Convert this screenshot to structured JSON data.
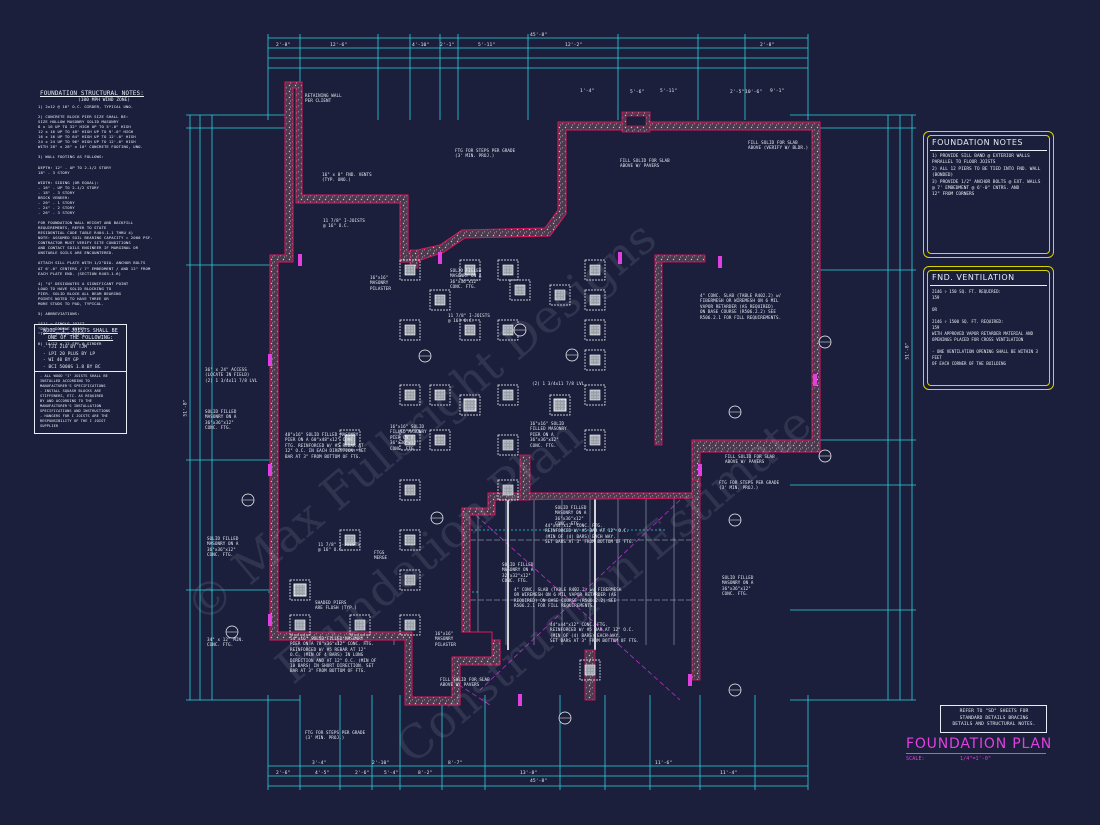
{
  "sheet": {
    "title": "FOUNDATION PLAN",
    "scale_label": "SCALE:",
    "scale_value": "1/4\"=1'-0\"",
    "refer_note": "REFER TO \"SD\" SHEETS FOR\nSTANDARD DETAILS BRACING\nDETAILS AND STRUCTURAL NOTES."
  },
  "structural_notes": {
    "title": "FOUNDATION STRUCTURAL NOTES:",
    "subtitle": "(100 MPH WIND ZONE)",
    "body": "1) 2x12 @ 16\" O.C. GIRDER, TYPICAL UNO.\n\n2) CONCRETE BLOCK PIER SIZE SHALL BE:\n   SIZE   HOLLOW MASONRY   SOLID MASONRY\n   8 x 16   UP TO 32\" HIGH   UP TO 5'-0\" HIGH\n   12 x 16  UP TO 48\" HIGH   UP TO 9'-0\" HIGH\n   16 x 16  UP TO 64\" HIGH   UP TO 12'-0\" HIGH\n   24 x 24  UP TO 96\" HIGH   UP TO 12'-0\" HIGH\n   WITH 28\" x 28\" x 10\" CONCRETE FOOTING, UNO.\n\n3) WALL FOOTING AS FOLLOWS:\n\n   DEPTH:  12\" - UP TO 2-1/2 STORY\n           18\" - 3 STORY\n\n   WIDTH:  SIDING (OR EQUAL):\n           - 16\" - UP TO 2-1/2 STORY\n           - 18\" - 3 STORY\n           BRICK VENEER:\n           - 20\" - 1 STORY\n           - 24\" - 2 STORY\n           - 26\" - 3 STORY\n\n   FOR FOUNDATION WALL HEIGHT AND BACKFILL\n   REQUIREMENTS, REFER TO STATE\n   RESIDENTIAL CODE TABLE R404.1.1 THRU 4)\n   NOTE: ASSUMED SOIL BEARING CAPACITY = 2000 PSF.\n   CONTRACTOR MUST VERIFY SITE CONDITIONS\n   AND CONTACT SOILS ENGINEER IF MARGINAL OR\n   UNSTABLE SOILS ARE ENCOUNTERED.\n\n   ATTACH SILL PLATE WITH 1/2\"DIA. ANCHOR BOLTS\n   AT 6'-0\" CENTERS / 7\" EMBEDMENT / AND 12\" FROM\n   EACH PLATE END. (SECTION R403.1.6)\n\n4) \"4\" DESIGNATES A SIGNIFICANT POINT\n   LOAD TO HAVE SOLID BLOCKING TO\n   PIER. SOLID BLOCK ALL BEAM BEARING\n   POINTS NOTED TO HAVE THREE OR\n   MORE STUDS TO PAD, TYPICAL.\n\n5) ABBREVIATIONS:\n\n   \"SJ\" = SINGLE JOIST\n   \"DJ\" = DOUBLE JOIST\n   \"TJ\" = TRIPLE JOIST\n\n6) 14/12 x 12 SPF @ GIRDER"
  },
  "joist_box": {
    "title": "WOOD \"I\" JOISTS SHALL BE\nONE OF THE FOLLOWING:",
    "options": "- TJI 210 BY TJM\n- LPI 20 PLUS BY LP\n- WI 40 BY GP\n- BCI 5000S 1.8 BY BC",
    "notes": "- ALL WOOD \"I\" JOISTS SHALL BE\n  INSTALLED ACCORDING TO\n  MANUFACTURER'S SPECIFICATIONS\n- INSTALL SQUASH BLOCKS ARE\n  STIFFENERS, ETC. AS REQUIRED\n  BY AND ACCORDING TO THE\n  MANUFACTURER'S INSTALLATION\n  SPECIFICATIONS AND INSTRUCTIONS\n- HANGERS FOR I JOISTS ARE THE\n  RESPONSIBILITY OF THE I JOIST SUPPLIER"
  },
  "foundation_notes": {
    "title": "FOUNDATION NOTES",
    "body": "1) PROVIDE SILL BAND @ EXTERIOR WALLS\n   PARALLEL TO FLOOR JOISTS\n2) ALL 12 PIERS TO BE TIED INTO FND. WALL\n   (BONDED)\n3) PROVIDE 1/2\" ANCHOR BOLTS @ EXT. WALLS\n   @ 7' EMBEDMENT @ 6'-0\" CNTRS. AND\n   12\" FROM CORNERS"
  },
  "fnd_ventilation": {
    "title": "FND. VENTILATION",
    "body": "2146 ÷ 150 SQ. FT. REQUIRED:\n   159\n\n            OR\n\n2146 ÷ 1500 SQ. FT. REQUIRED:\n   159\nWITH APPROVED VAPOR RETARDER MATERIAL AND\nOPENINGS PLACED FOR CROSS VENTILATION\n\n- ONE VENTILATION OPENING SHALL BE WITHIN 3 FEET\n  OF EACH CORNER OF THE BUILDING"
  },
  "dimensions": {
    "top_overall": "45'-8\"",
    "bottom_overall": "45'-8\"",
    "top_row": [
      "2'-8\"",
      "12'-6\"",
      "4'-10\"",
      "2'-1\"",
      "5'-11\"",
      "12'-2\"",
      "2'-8\""
    ],
    "top_row2": [
      "1'-4\"",
      "5'-6\"",
      "5'-11\"",
      "2'-5\"",
      "9'-1\"",
      "10'-6\""
    ],
    "bottom_row": [
      "2'-6\"",
      "4'-5\"",
      "2'-6\"",
      "5'-4\"",
      "8'-2\"",
      "13'-8\"",
      "11'-4\""
    ],
    "bottom_row2": [
      "3'-4\"",
      "2'-10\"",
      "8'-7\"",
      "11'-6\""
    ],
    "left_overall": "51'-8\"",
    "right_overall": "51'-8\""
  },
  "plan_labels": [
    {
      "text": "RETAINING WALL\nPER CLIENT"
    },
    {
      "text": "FTG FOR STEPS PER GRADE\n(3' MIN. PROJ.)"
    },
    {
      "text": "FILL SOLID FOR SLAB\nABOVE W/ PAVERS"
    },
    {
      "text": "FILL SOLID FOR SLAB\nABOVE (VERIFY W/ BLDR.)"
    },
    {
      "text": "16\" x 8\" FND. VENTS\n(TYP. UNO.)"
    },
    {
      "text": "11 7/8\" I-JOISTS\n@ 16\" O.C."
    },
    {
      "text": "SOLID FILLED\nMASONRY ON A\n36\"x36\"x12\"\nCONC. FTG."
    },
    {
      "text": "16\"x16\"\nMASONRY\nPILASTER"
    },
    {
      "text": "4\" CONC. SLAB (TABLE R402.2) w/\nFIBERMESH OR WIREMESH ON 6 MIL\nVAPOR RETARDER (AS REQUIRED)\nON BASE COURSE (R506.2.2) SEE\nR506.2.1 FOR FILL REQUIREMENTS."
    },
    {
      "text": "11 7/8\" I-JOISTS\n@ 16\" O.C."
    },
    {
      "text": "(2) 1 3/4x11 7/8 LVL"
    },
    {
      "text": "36\" x 24\" ACCESS\n(LOCATE IN FIELD)\n(2) 1 3/4x11 7/8 LVL"
    },
    {
      "text": "SOLID FILLED\nMASONRY ON A\n36\"x36\"x12\"\nCONC. FTG."
    },
    {
      "text": "48\"x16\" SOLID FILLED MASONRY\nPIER ON A 60\"x48\"x12\" CONC.\nFTG. REINFORCED W/ #5 REBAR AT\n12\" O.C. IN EACH DIRECTION. SET\nBAR AT 3\" FROM BOTTOM OF FTG."
    },
    {
      "text": "16\"x16\" SOLID\nFILLED MASONRY\nPIER ON A\n36\"x36\"x12\"\nCONC. FTG."
    },
    {
      "text": "16\"x16\" SOLID\nFILLED MASONRY\nPIER ON A\n36\"x36\"x12\"\nCONC. FTG."
    },
    {
      "text": "FILL SOLID FOR SLAB\nABOVE W/ PAVERS"
    },
    {
      "text": "FTG FOR STEPS PER GRADE\n(3' MIN. PROJ.)"
    },
    {
      "text": "SOLID FILLED\nMASONRY ON A\n36\"x36\"x12\"\nCONC. FTG."
    },
    {
      "text": "44\"x44\"x12\" CONC. FTG.\nREINFORCED W/ #5 BAR AT 12\" O.C.\n(MIN OF (4) BARS) EACH WAY.\nSET BARS AT 3\" FROM BOTTOM OF FTG."
    },
    {
      "text": "SOLID FILLED\nMASONRY ON A\n36\"x36\"x12\"\nCONC. FTG."
    },
    {
      "text": "11 7/8\" I-JOISTS\n@ 16\" O.C."
    },
    {
      "text": "FTGS\nMERGE"
    },
    {
      "text": "SOLID FILLED\nMASONRY ON A\n32\"x32\"x12\"\nCONC. FTG."
    },
    {
      "text": "4\" CONC. SLAB (TABLE R402.2) w/ FIBERMESH\nOR WIREMESH ON 6 MIL VAPOR RETARDER (AS\nREQUIRED) ON BASE COURSE (R506.2.2) SEE\nR506.2.1 FOR FILL REQUIREMENTS."
    },
    {
      "text": "SHADED PIERS\nARE FLUSH (TYP.)"
    },
    {
      "text": "SOLID FILLED\nMASONRY ON A\n36\"x36\"x12\"\nCONC. FTG."
    },
    {
      "text": "34\" x 12\" MIN.\nCONC. FTG."
    },
    {
      "text": "54\"x16\" SOLID FILLED MASONRY\nPIER ON A 78\"x36\"x12\" CONC. FTG.\nREINFORCED W/ #5 REBAR AT 12\"\nO.C. (MIN OF 4 BARS) IN LONG\nDIRECTION AND AT 12\" O.C. (MIN OF\n10 BARS) IN SHORT DIRECTION. SET\nBAR AT 3\" FROM BOTTOM OF FTG."
    },
    {
      "text": "16\"x16\"\nMASONRY\nPILASTER"
    },
    {
      "text": "44\"x44\"x12\" CONC. FTG.\nREINFORCED W/ #5 BAR AT 12\" O.C.\n(MIN OF (4) BARS) EACH WAY.\nSET BARS AT 3\" FROM BOTTOM OF FTG."
    },
    {
      "text": "FILL SOLID FOR SLAB\nABOVE W/ PAVERS"
    },
    {
      "text": "FTG FOR STEPS PER GRADE\n(3' MIN. PROJ.)"
    },
    {
      "text": "SOLID FILLED\nMASONRY ON A\n36\"x36\"x12\"\nCONC. FTG."
    }
  ],
  "watermark": [
    "© Max Fulbright Designs",
    "Foundation Plan",
    "Construction Estimate"
  ],
  "colors": {
    "background": "#1b1f3b",
    "dimension": "#29d3e0",
    "wall_outline": "#e0145c",
    "wall_fill": "#4a3a4a",
    "piers": "#ffffff",
    "slab_diagonal": "#b830c8",
    "title": "#e040e0",
    "note_border": "#d8d400"
  }
}
